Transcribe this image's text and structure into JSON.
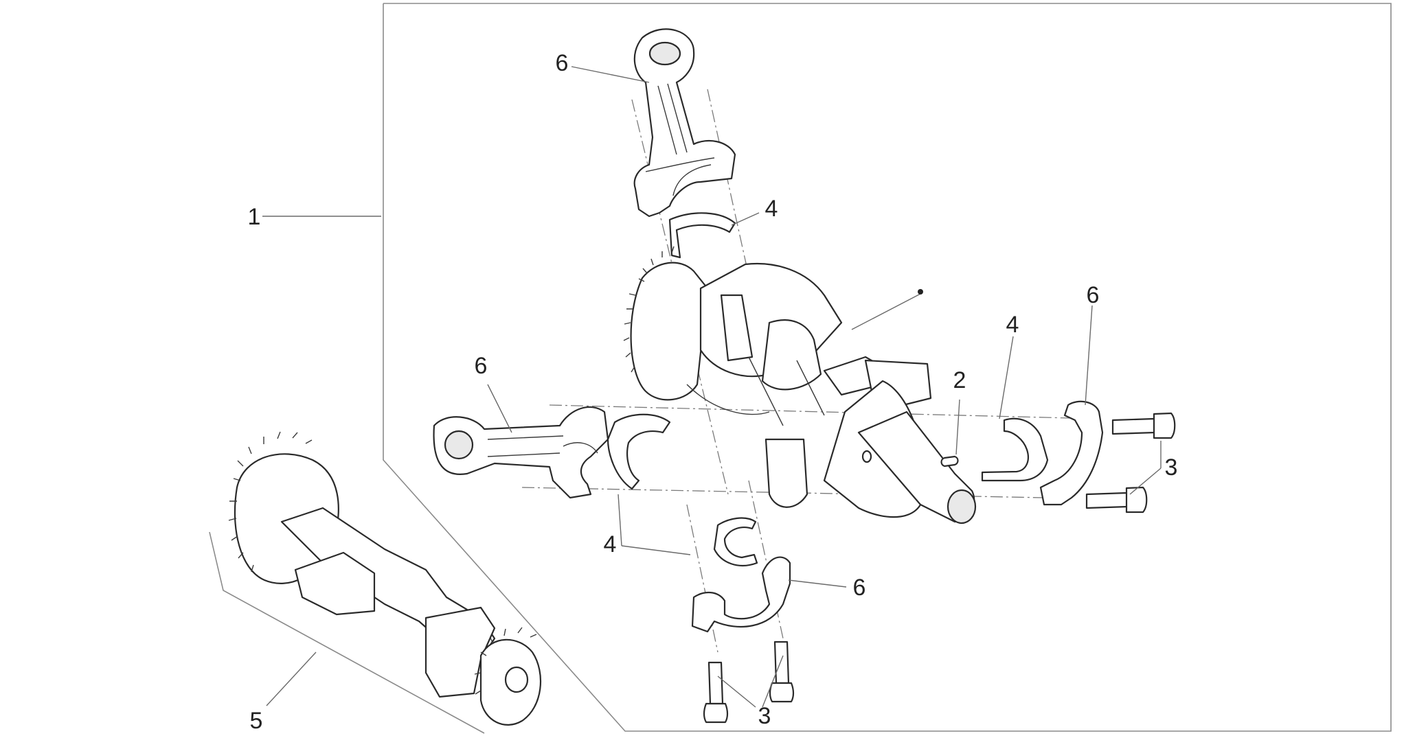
{
  "callouts": {
    "c1": "1",
    "c2": "2",
    "c3_right": "3",
    "c3_bottom": "3",
    "c4_top": "4",
    "c4_right": "4",
    "c4_bottom": "4",
    "c5": "5",
    "c6_top": "6",
    "c6_left": "6",
    "c6_right": "6",
    "c6_bottom": "6"
  },
  "colors": {
    "line": "#2a2a2a",
    "frame": "#8a8a8a",
    "background": "#ffffff"
  }
}
